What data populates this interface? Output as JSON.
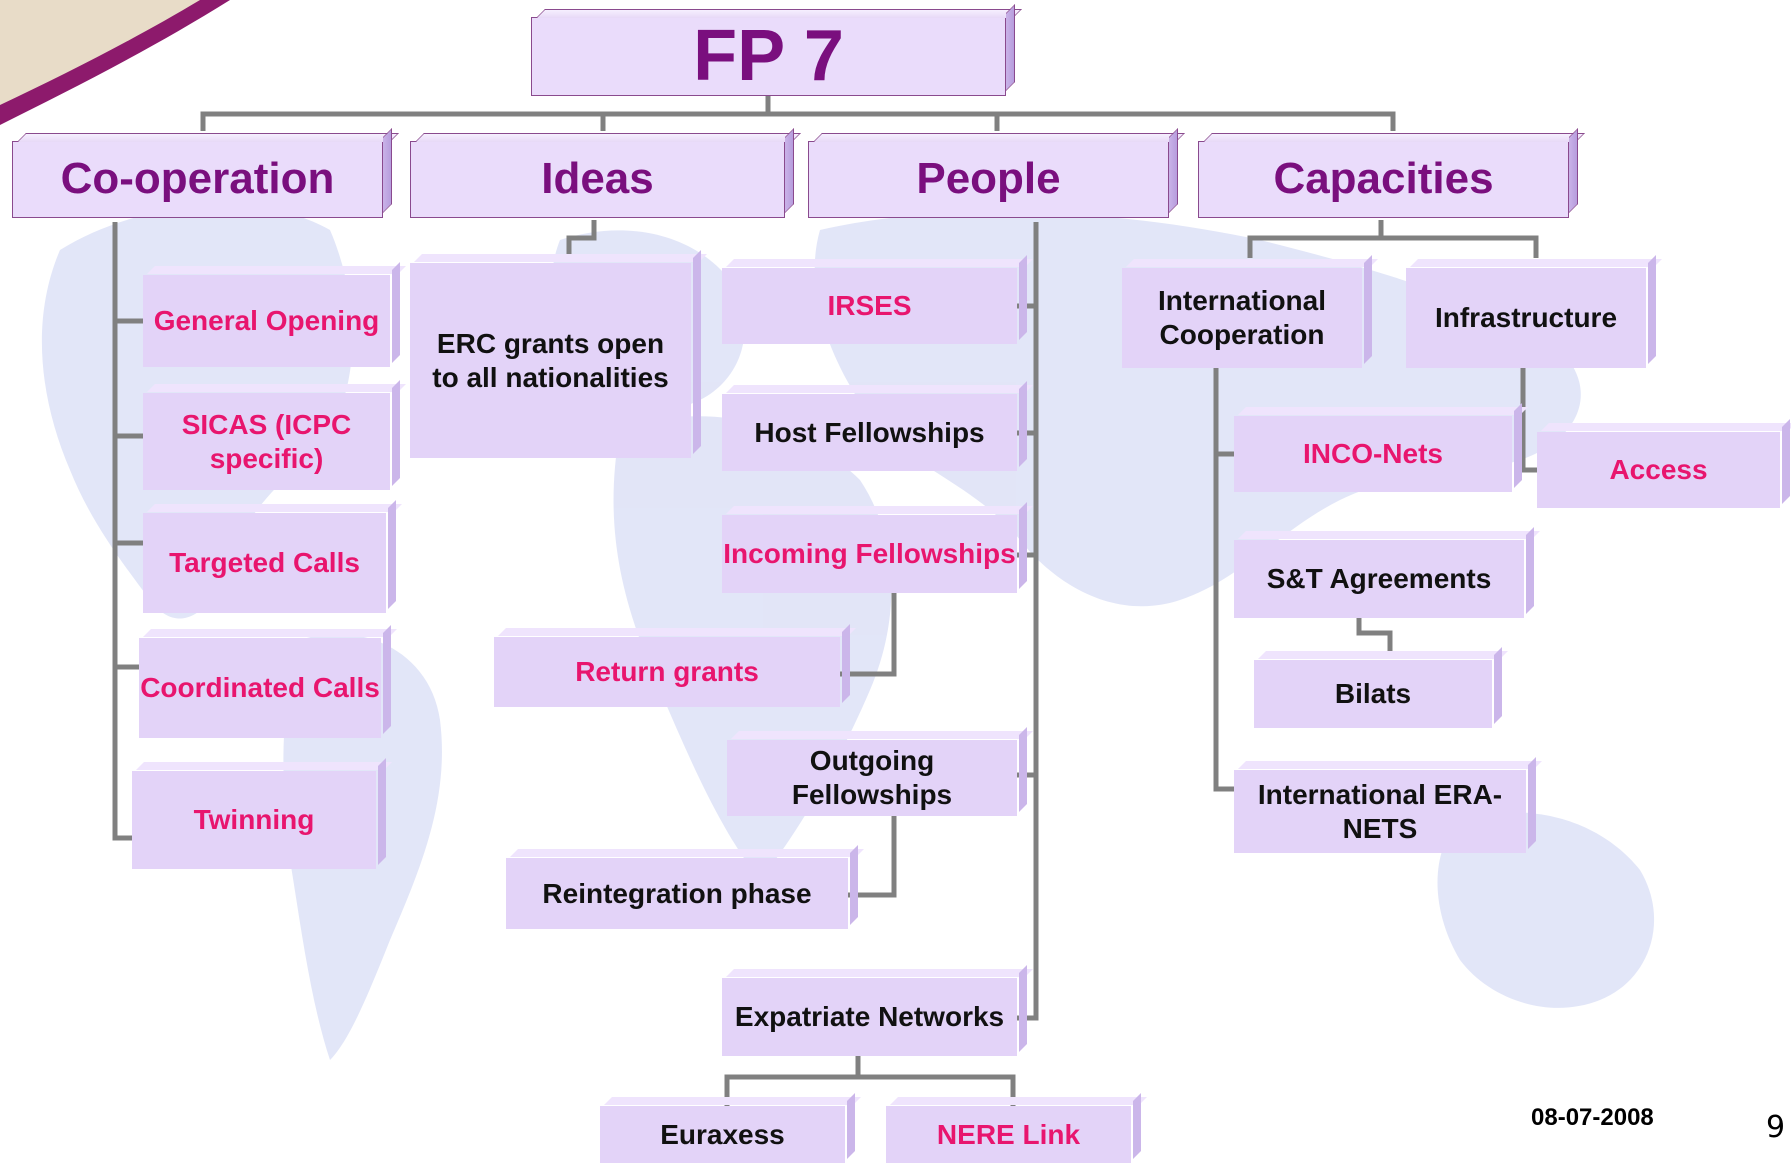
{
  "title": "FP 7",
  "pillars": {
    "cooperation": "Co-operation",
    "ideas": "Ideas",
    "people": "People",
    "capacities": "Capacities"
  },
  "cooperation_items": {
    "general_opening": "General Opening",
    "sicas": "SICAS (ICPC specific)",
    "targeted_calls": "Targeted Calls",
    "coordinated_calls": "Coordinated Calls",
    "twinning": "Twinning"
  },
  "ideas_items": {
    "erc": "ERC grants open to all nationalities"
  },
  "people_items": {
    "irses": "IRSES",
    "host_fellowships": "Host Fellowships",
    "incoming_fellowships": "Incoming Fellowships",
    "return_grants": "Return grants",
    "outgoing_fellowships": "Outgoing Fellowships",
    "reintegration_phase": "Reintegration phase",
    "expatriate_networks": "Expatriate Networks",
    "euraxess": "Euraxess",
    "nere_link": "NERE Link"
  },
  "capacities_items": {
    "international_cooperation": "International Cooperation",
    "infrastructure": "Infrastructure",
    "inco_nets": "INCO-Nets",
    "access": "Access",
    "st_agreements": "S&T Agreements",
    "bilats": "Bilats",
    "international_era_nets": "International ERA-NETS"
  },
  "footer": {
    "date": "08-07-2008",
    "page": "9"
  },
  "colors": {
    "title_text": "#7a0f7e",
    "pink_text": "#e8156e",
    "box_fill": "#eadcfb",
    "connector": "#808080",
    "map": "#dfe3f7"
  }
}
